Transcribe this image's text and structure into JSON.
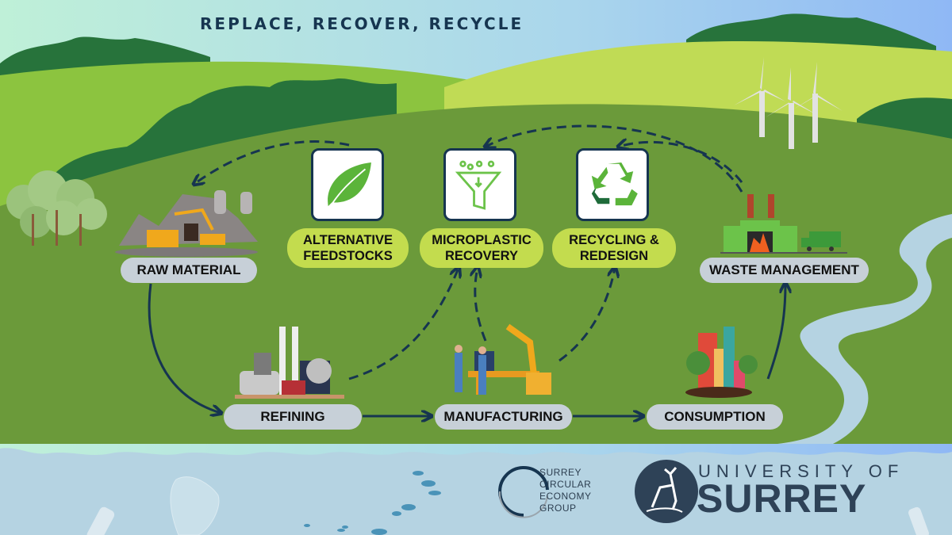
{
  "title": "REPLACE, RECOVER, RECYCLE",
  "stages": {
    "raw_material": "RAW MATERIAL",
    "refining": "REFINING",
    "manufacturing": "MANUFACTURING",
    "consumption": "CONSUMPTION",
    "waste_management": "WASTE MANAGEMENT"
  },
  "interventions": [
    {
      "line1": "ALTERNATIVE",
      "line2": "FEEDSTOCKS",
      "icon": "leaf-icon"
    },
    {
      "line1": "MICROPLASTIC",
      "line2": "RECOVERY",
      "icon": "funnel-filter-icon"
    },
    {
      "line1": "RECYCLING &",
      "line2": "REDESIGN",
      "icon": "recycle-icon"
    }
  ],
  "logos": {
    "group": [
      "SURREY",
      "CIRCULAR",
      "ECONOMY",
      "GROUP"
    ],
    "university_line1": "UNIVERSITY OF",
    "university_line2": "SURREY"
  },
  "colors": {
    "navy": "#163550",
    "stage_pill": "#c7d0d8",
    "intervention_pill": "#c3dc4e",
    "grass": "#6b9a3a",
    "water": "#b5d3e2"
  }
}
